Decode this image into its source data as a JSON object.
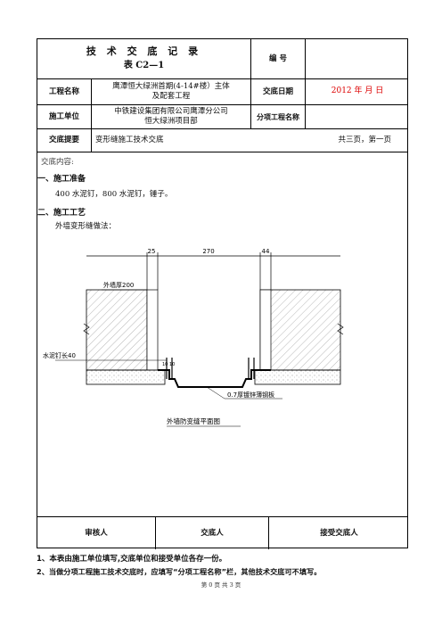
{
  "header": {
    "title_line1": "技 术 交 底 记 录",
    "title_line2": "表 C2—1",
    "number_label": "编  号",
    "number_value": ""
  },
  "project": {
    "name_label": "工程名称",
    "name_value_line1": "鹰潭恒大绿洲首期(4-14#楼）主体",
    "name_value_line2": "及配套工程",
    "date_label": "交底日期",
    "date_value": "2012 年  月  日"
  },
  "unit": {
    "label": "施工单位",
    "value_line1": "中铁建设集团有限公司鹰潭分公司",
    "value_line2": "恒大绿洲项目部",
    "sub_label": "分项工程名称",
    "sub_value": ""
  },
  "summary": {
    "label": "交底提要",
    "value": "变形缝施工技术交底",
    "pages": "共三页，第一页"
  },
  "content": {
    "intro": "交底内容:",
    "section1_title": "一、施工准备",
    "section1_text": "400 水泥钉，800 水泥钉，锤子。",
    "section2_title": "二、施工工艺",
    "section2_text": "外墙变形缝做法："
  },
  "drawing": {
    "dim_left": "25",
    "dim_mid": "270",
    "dim_right": "44",
    "wall_label": "外墙厚200",
    "nail_label": "水泥钉长40",
    "small_dim": "10 10",
    "plate_label": "0.7厚镀锌薄钢板",
    "caption": "外墙防变缝平面图"
  },
  "signatures": {
    "reviewer": "审核人",
    "presenter": "交底人",
    "receiver": "接受交底人"
  },
  "notes": {
    "note1": "1、本表由施工单位填写,交底单位和接受单位各存一份。",
    "note2": "2、当做分项工程施工技术交底时，应填写“分项工程名称”栏，其他技术交底可不填写。"
  },
  "page_number": "第  0  页  共  3  页",
  "colors": {
    "accent_red": "#dd0000"
  }
}
